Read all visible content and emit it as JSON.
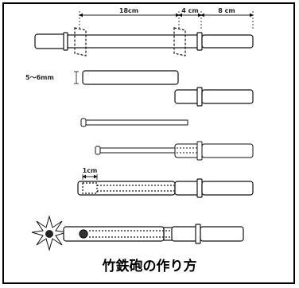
{
  "title": "竹鉄砲の作り方",
  "labels": {
    "length_main": "18cm",
    "length_mid": "4 cm",
    "length_end": "8 cm",
    "diameter": "5～6mm",
    "length_1cm": "1cm"
  },
  "colors": {
    "stroke": "#111111",
    "bamboo": "#ffffff",
    "spark": "#222222",
    "ball": "#333333"
  },
  "icons": [
    "bamboo-tube",
    "spark-burst",
    "projectile-ball"
  ]
}
